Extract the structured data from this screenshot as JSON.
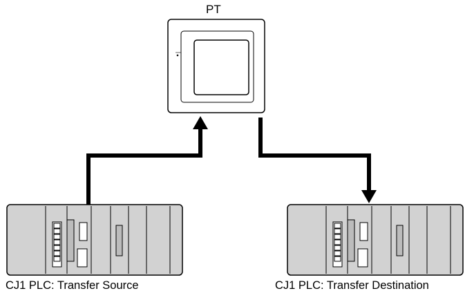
{
  "pt": {
    "label": "PT"
  },
  "plc_source": {
    "label": "CJ1 PLC: Transfer Source"
  },
  "plc_destination": {
    "label": "CJ1 PLC: Transfer Destination"
  },
  "connections": [
    {
      "from": "CJ1 PLC: Transfer Source",
      "to": "PT",
      "direction": "up"
    },
    {
      "from": "PT",
      "to": "CJ1 PLC: Transfer Destination",
      "direction": "down"
    }
  ],
  "colors": {
    "device_fill": "#d2d2d2",
    "device_outline": "#000000",
    "connection_line": "#000000",
    "screen_fill": "#ffffff"
  }
}
